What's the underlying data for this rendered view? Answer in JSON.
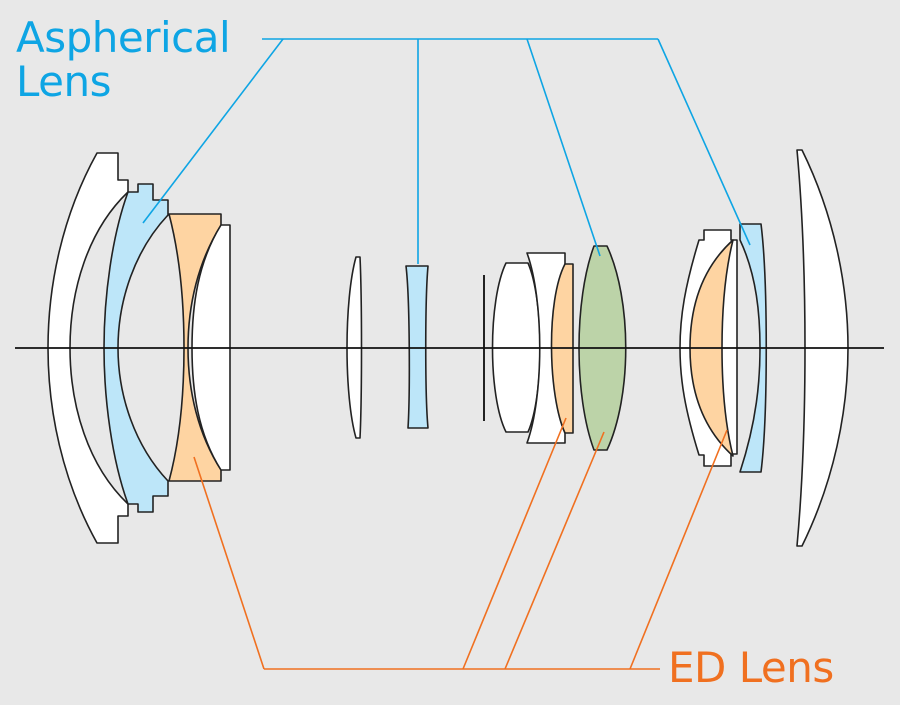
{
  "labels": {
    "aspherical_line1": "Aspherical",
    "aspherical_line2": "Lens",
    "ed": "ED Lens"
  },
  "colors": {
    "background": "#e8e8e8",
    "aspherical": "#0ea5e4",
    "aspherical_fill": "#bde6f9",
    "ed": "#f07020",
    "ed_fill": "#fed4a2",
    "special_fill": "#bcd3a8",
    "plain_fill": "#ffffff",
    "outline": "#222222"
  },
  "elements": [
    {
      "id": 1,
      "type": "plain"
    },
    {
      "id": 2,
      "type": "aspherical"
    },
    {
      "id": 3,
      "type": "ed"
    },
    {
      "id": 4,
      "type": "plain"
    },
    {
      "id": 5,
      "type": "plain"
    },
    {
      "id": 6,
      "type": "aspherical"
    },
    {
      "id": 7,
      "type": "plain"
    },
    {
      "id": 8,
      "type": "plain"
    },
    {
      "id": 9,
      "type": "ed"
    },
    {
      "id": 10,
      "type": "special"
    },
    {
      "id": 11,
      "type": "plain"
    },
    {
      "id": 12,
      "type": "ed"
    },
    {
      "id": 13,
      "type": "aspherical"
    },
    {
      "id": 14,
      "type": "plain"
    }
  ]
}
